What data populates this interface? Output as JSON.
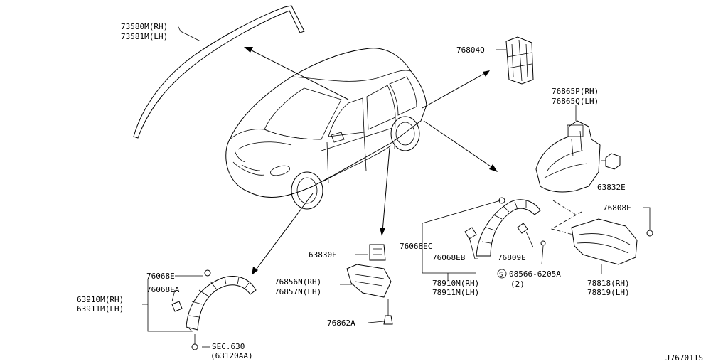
{
  "diagram": {
    "drawing_code": "J767011S",
    "labels": {
      "p73580m": "73580M(RH)",
      "p73581m": "73581M(LH)",
      "p76804q": "76804Q",
      "p76865p": "76865P(RH)",
      "p76865q": "76865Q(LH)",
      "p63832e": "63832E",
      "p76808e": "76808E",
      "p76068ec": "76068EC",
      "p76068eb": "76068EB",
      "p76809e": "76809E",
      "p08566": "08566-6205A",
      "p08566_qty": "(2)",
      "p78910m": "78910M(RH)",
      "p78911m": "78911M(LH)",
      "p78818": "78818(RH)",
      "p78819": "78819(LH)",
      "p63830e": "63830E",
      "p76856n": "76856N(RH)",
      "p76857n": "76857N(LH)",
      "p76862a": "76862A",
      "p76068e": "76068E",
      "p76068ea": "76068EA",
      "p63910m": "63910M(RH)",
      "p63911m": "63911M(LH)",
      "sec630": "SEC.630",
      "sec630_ref": "(63120AA)",
      "screw_symbol": "S"
    }
  }
}
